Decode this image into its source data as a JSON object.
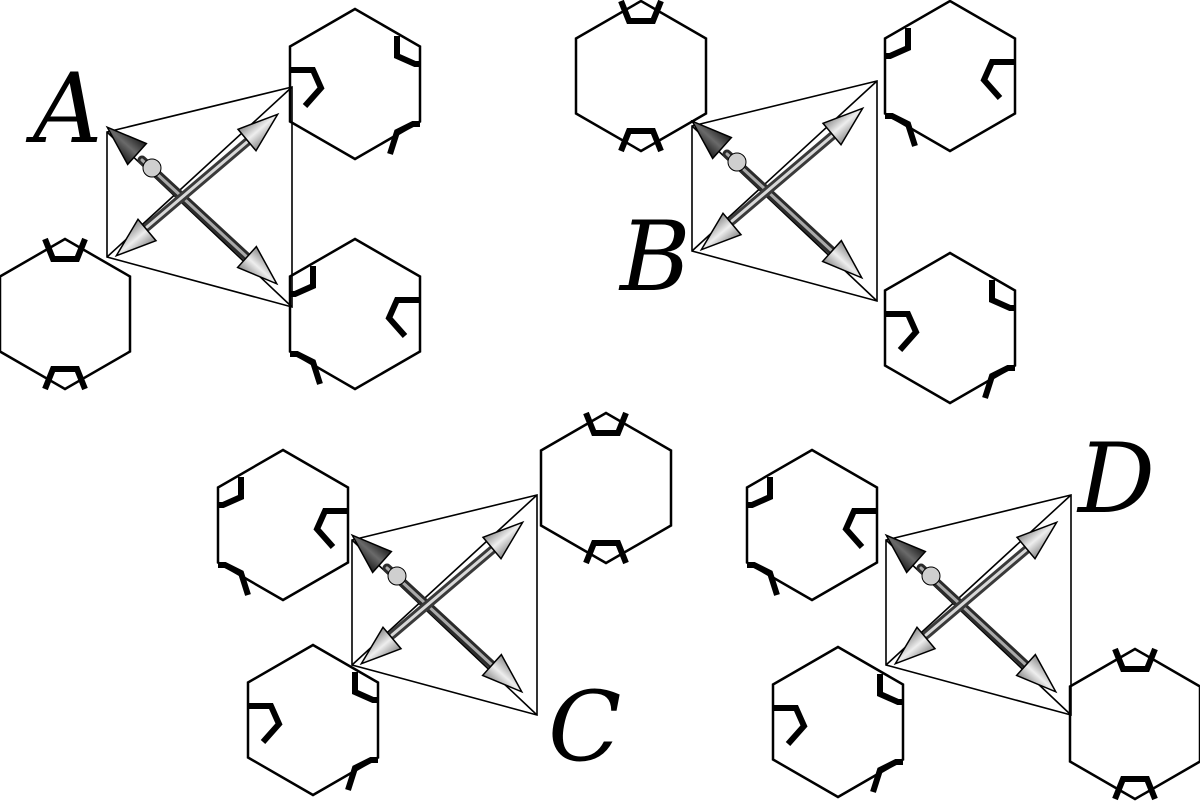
{
  "labels": {
    "A": "A",
    "B": "B",
    "C": "C",
    "D": "D"
  },
  "colors": {
    "ink": "#000000",
    "background": "#ffffff",
    "arrow_dark": "#3a3a3a",
    "arrow_light": "#bdbdbd"
  },
  "icons": {
    "hexagon": "hexagon-ring-icon",
    "arrow": "cone-arrow-icon"
  }
}
